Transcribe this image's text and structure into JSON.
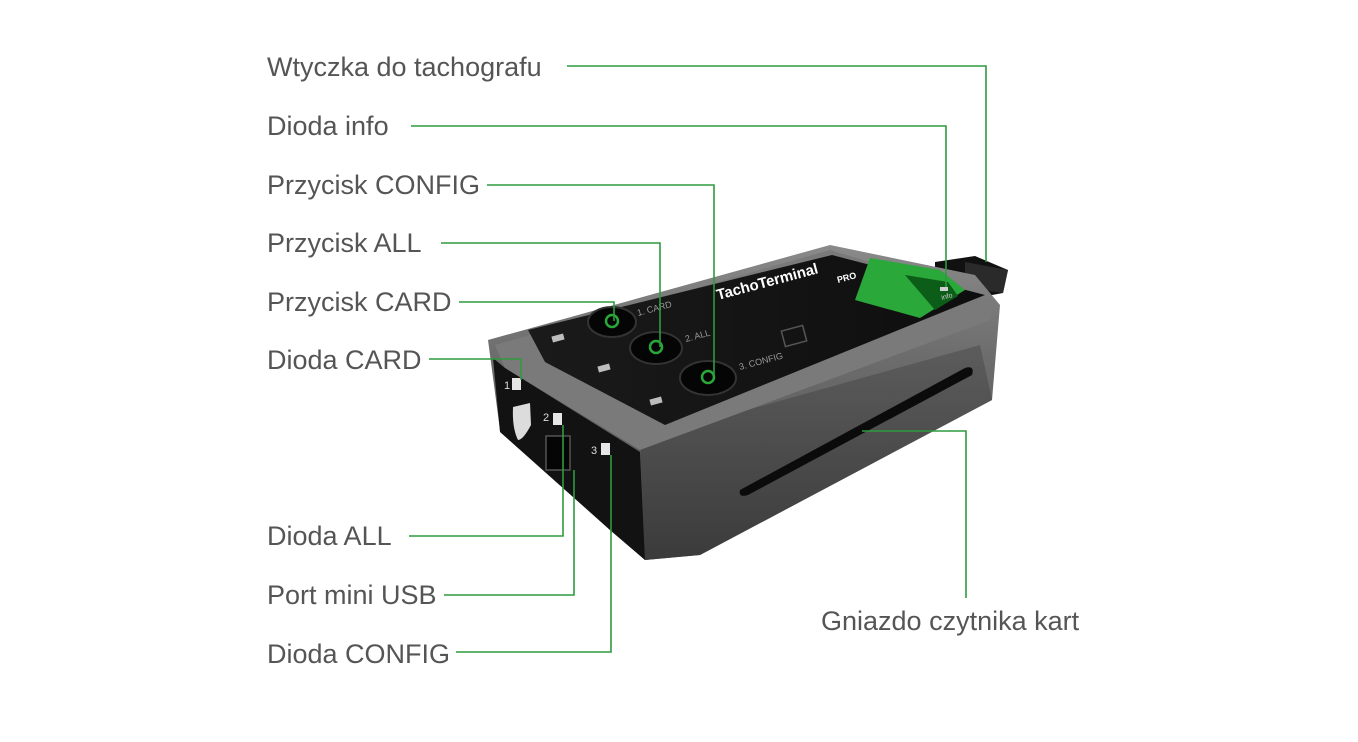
{
  "labels": {
    "tacho_plug": "Wtyczka do tachografu",
    "info_led": "Dioda info",
    "config_button": "Przycisk CONFIG",
    "all_button": "Przycisk ALL",
    "card_button": "Przycisk CARD",
    "card_led": "Dioda CARD",
    "all_led": "Dioda ALL",
    "mini_usb": "Port mini USB",
    "config_led": "Dioda CONFIG",
    "card_slot": "Gniazdo czytnika kart"
  },
  "device": {
    "brand": "TachoTerminal",
    "badge": "PRO",
    "button_1": "1. CARD",
    "button_2": "2. ALL",
    "button_3": "3. CONFIG",
    "led_1": "1",
    "led_2": "2",
    "led_3": "3",
    "info_text": "info"
  },
  "colors": {
    "leader_line": "#2f9a3f",
    "label_text": "#555555",
    "device_green": "#2aa83a"
  }
}
